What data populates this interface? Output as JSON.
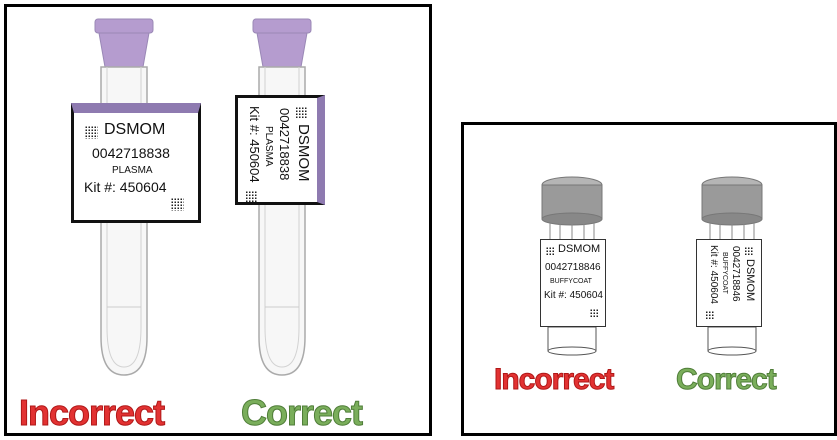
{
  "colors": {
    "incorrect": "#e23232",
    "correct": "#7aae5b",
    "tube_cap": "#b59ccf",
    "vial_cap": "#9a9a9a",
    "label_stripe": "#8e7ab0"
  },
  "left_panel": {
    "incorrect_label": {
      "code": "DSMOM",
      "id": "0042718838",
      "type": "PLASMA",
      "kit": "Kit #:  450604"
    },
    "correct_label": {
      "code": "DSMOM",
      "id": "0042718838",
      "type": "PLASMA",
      "kit": "Kit #:  450604"
    },
    "caption_incorrect": "Incorrect",
    "caption_correct": "Correct"
  },
  "right_panel": {
    "incorrect_label": {
      "code": "DSMOM",
      "id": "0042718846",
      "type": "BUFFYCOAT",
      "kit": "Kit #:  450604"
    },
    "correct_label": {
      "code": "DSMOM",
      "id": "0042718846",
      "type": "BUFFYCOAT",
      "kit": "Kit #:  450604"
    },
    "caption_incorrect": "Incorrect",
    "caption_correct": "Correct"
  }
}
